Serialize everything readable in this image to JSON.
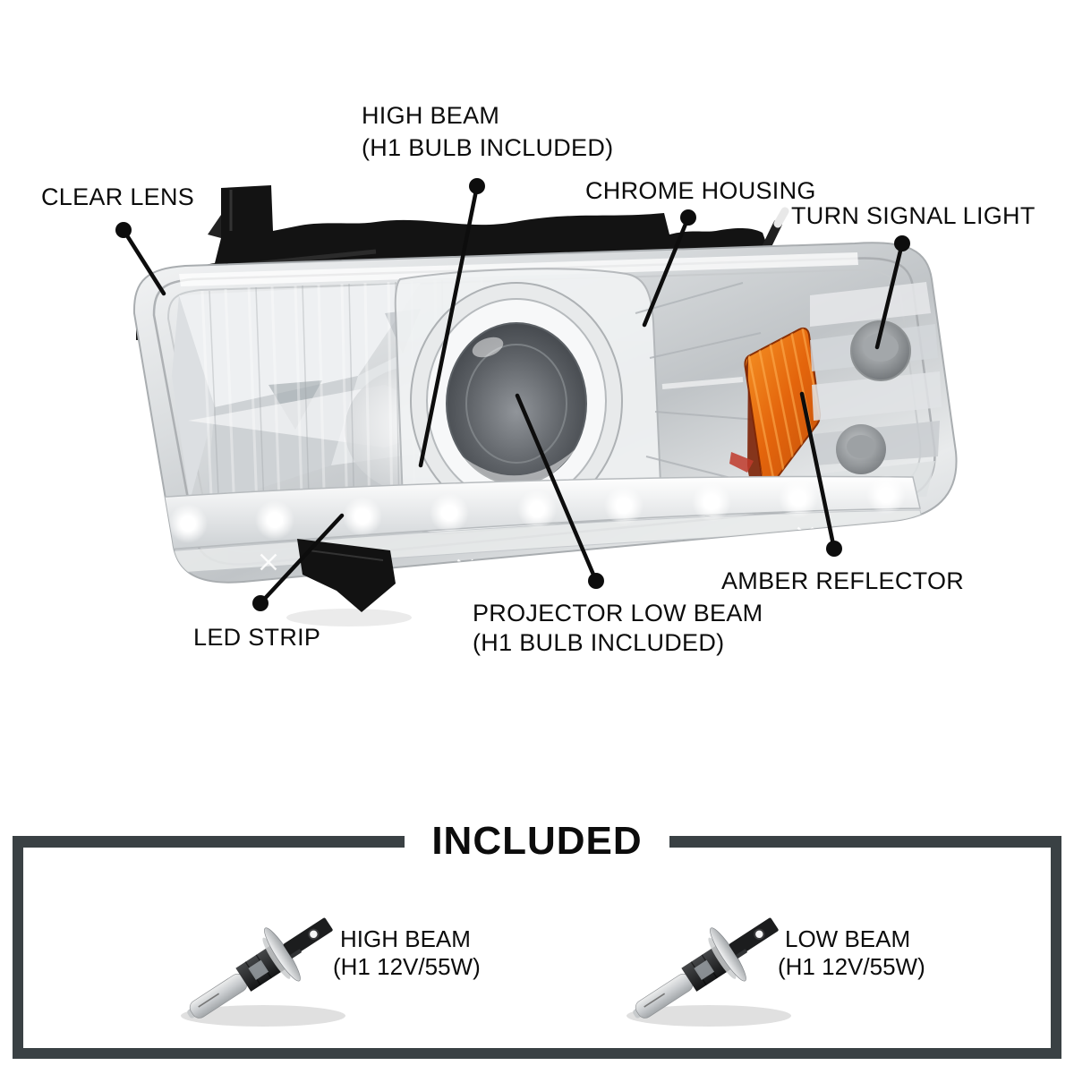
{
  "diagram": {
    "callouts": {
      "clear_lens": {
        "label": "CLEAR LENS"
      },
      "high_beam": {
        "label": "HIGH BEAM",
        "label2": "(H1 BULB INCLUDED)"
      },
      "chrome_housing": {
        "label": "CHROME HOUSING"
      },
      "turn_signal": {
        "label": "TURN SIGNAL LIGHT"
      },
      "amber_reflector": {
        "label": "AMBER REFLECTOR"
      },
      "projector_low_beam": {
        "label": "PROJECTOR LOW BEAM",
        "label2": "(H1 BULB INCLUDED)"
      },
      "led_strip": {
        "label": "LED STRIP"
      }
    }
  },
  "included": {
    "title": "INCLUDED",
    "items": [
      {
        "name": "HIGH BEAM",
        "spec": "(H1 12V/55W)"
      },
      {
        "name": "LOW BEAM",
        "spec": "(H1 12V/55W)"
      }
    ]
  },
  "colors": {
    "frame": "#3a4144",
    "text": "#0c0c0c",
    "amber": "#e4650c",
    "chrome_light": "#f2f3f4",
    "chrome_dark": "#bfc3c6",
    "housing_black": "#131313",
    "led_white": "#ffffff"
  }
}
